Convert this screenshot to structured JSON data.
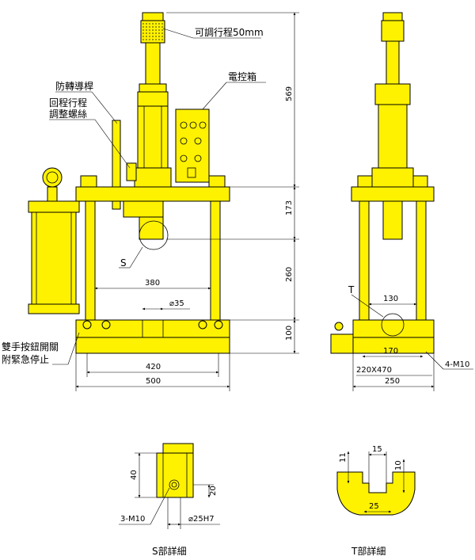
{
  "labels": {
    "adjust_stroke": "可調行程50mm",
    "anti_rotation": "防轉導桿",
    "return_adjust_1": "回程行程",
    "return_adjust_2": "調整螺絲",
    "control_box": "電控箱",
    "two_hand_1": "雙手按鈕開關",
    "two_hand_2": "附緊急停止",
    "s_detail": "S部詳細",
    "t_detail": "T部詳細",
    "s_marker": "S",
    "t_marker": "T"
  },
  "dims": {
    "d569": "569",
    "d173": "173",
    "d260": "260",
    "d100": "100",
    "d380": "380",
    "d35": "⌀35",
    "d420": "420",
    "d500": "500",
    "d130": "130",
    "d170": "170",
    "d220x470": "220X470",
    "d4m10": "4-M10",
    "d250": "250",
    "s40": "40",
    "s20": "20",
    "s3m10": "3-M10",
    "s25h7": "⌀25H7",
    "t15": "15",
    "t11": "11",
    "t10": "10",
    "t25": "25"
  },
  "colors": {
    "body": "#fff200",
    "line": "#000000"
  }
}
